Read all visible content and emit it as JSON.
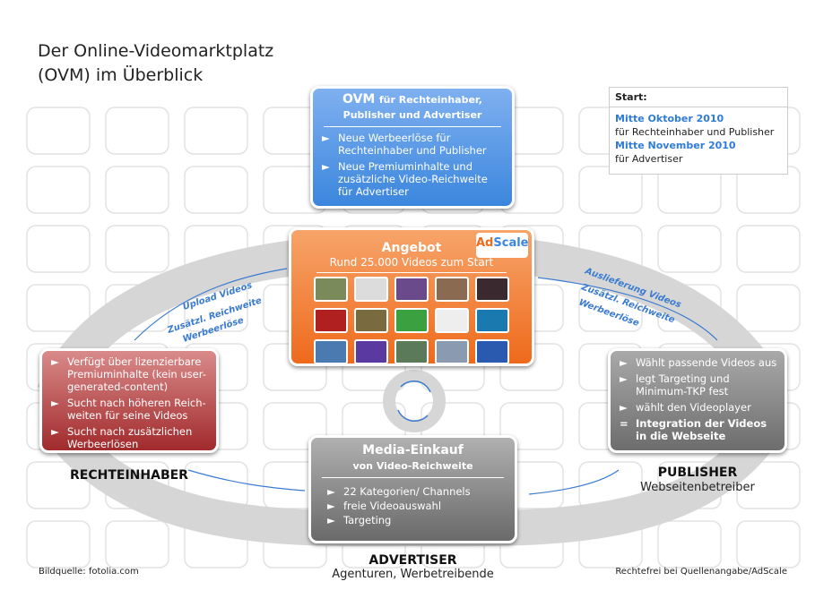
{
  "title": [
    "Der Online-Videomarktplatz",
    "(OVM) im Überblick"
  ],
  "start": {
    "heading": "Start:",
    "d1": "Mitte Oktober 2010",
    "t1": "für Rechteinhaber und Publisher",
    "d2": "Mitte November 2010",
    "t2": "für Advertiser"
  },
  "ovm": {
    "h1": "OVM",
    "h1b": "für Rechteinhaber,",
    "h2": "Publisher und Advertiser",
    "items": [
      "Neue Werbeerlöse für Rechteinhaber und Publisher",
      "Neue Premiuminhalte und zusätzliche Video-Reichweite für Advertiser"
    ]
  },
  "angebot": {
    "title": "Angebot",
    "subtitle": "Rund 25.000 Videos zum Start",
    "logo": "AdScale",
    "thumb_colors": [
      "#7a8a5a",
      "#dcdcdc",
      "#6a4a8a",
      "#8a6a50",
      "#3a2a30",
      "#b02020",
      "#7a6a40",
      "#3aa040",
      "#eeeeee",
      "#1a7ab0",
      "#4a7ab0",
      "#5a3aa0",
      "#5a7a5a",
      "#8a9ab0",
      "#2a5ab0"
    ]
  },
  "rechte": {
    "items": [
      "Verfügt über lizenzierbare Premiuminhalte (kein user-generated-content)",
      "Sucht nach höheren Reich-weiten für seine Videos",
      "Sucht nach zusätzlichen Werbeerlösen"
    ],
    "label": "RECHTEINHABER"
  },
  "publisher": {
    "items": [
      "Wählt passende Videos aus",
      "legt Targeting und Minimum-TKP fest",
      "wählt den Videoplayer"
    ],
    "result": "Integration der Videos in die Webseite",
    "label": "PUBLISHER",
    "sub": "Webseitenbetreiber"
  },
  "media": {
    "title": "Media-Einkauf",
    "subtitle": "von Video-Reichweite",
    "items": [
      "22 Kategorien/ Channels",
      "freie Videoauswahl",
      "Targeting"
    ]
  },
  "advertiser": {
    "label": "ADVERTISER",
    "sub": "Agenturen, Werbetreibende"
  },
  "flow_left": [
    "Upload Videos",
    "Zusätzl. Reichweite",
    "Werbeerlöse"
  ],
  "flow_right": [
    "Auslieferung Videos",
    "Zusätzl. Reichweite",
    "Werbeerlöse"
  ],
  "bullet": "►",
  "equals": "=",
  "footer": {
    "left": "Bildquelle:  fotolia.com",
    "right": "Rechtefrei bei Quellenangabe/AdScale"
  }
}
